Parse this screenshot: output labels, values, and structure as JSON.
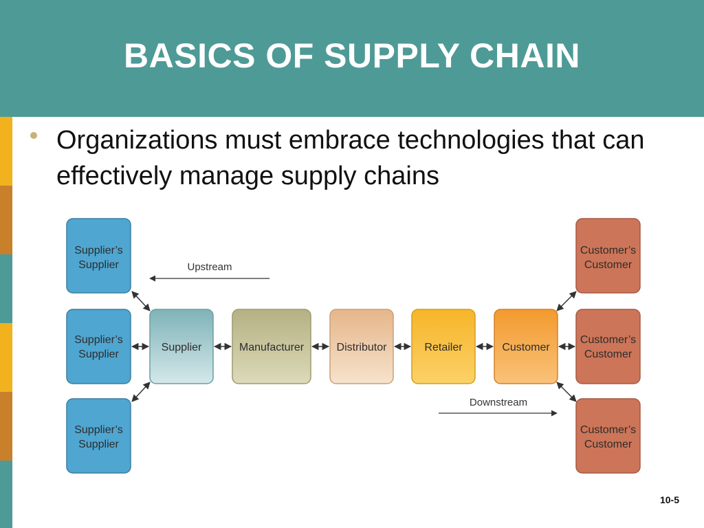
{
  "slide": {
    "title": "BASICS OF SUPPLY CHAIN",
    "bullet": "Organizations must embrace technologies that can effectively manage supply chains",
    "page_number": "10-5",
    "colors": {
      "header": "#4e9a96",
      "bullet": "#c8b27a",
      "strip": [
        "#f2b21d",
        "#c8802b",
        "#4e9a96",
        "#f2b21d",
        "#c8802b",
        "#4e9a96"
      ]
    }
  },
  "diagram": {
    "upstream_label": "Upstream",
    "downstream_label": "Downstream",
    "suppliers_supplier": [
      {
        "line1": "Supplier’s",
        "line2": "Supplier"
      },
      {
        "line1": "Supplier’s",
        "line2": "Supplier"
      },
      {
        "line1": "Supplier’s",
        "line2": "Supplier"
      }
    ],
    "chain": [
      {
        "label": "Supplier",
        "color": "#a9cdd0"
      },
      {
        "label": "Manufacturer",
        "color": "#c9c6a0"
      },
      {
        "label": "Distributor",
        "color": "#eecda8"
      },
      {
        "label": "Retailer",
        "color": "#f8c23c"
      },
      {
        "label": "Customer",
        "color": "#f6a340"
      }
    ],
    "customers_customer": [
      {
        "line1": "Customer’s",
        "line2": "Customer"
      },
      {
        "line1": "Customer’s",
        "line2": "Customer"
      },
      {
        "line1": "Customer’s",
        "line2": "Customer"
      }
    ],
    "colors": {
      "supplier_side": "#4fa6d1",
      "customer_side": "#cd7558"
    }
  }
}
